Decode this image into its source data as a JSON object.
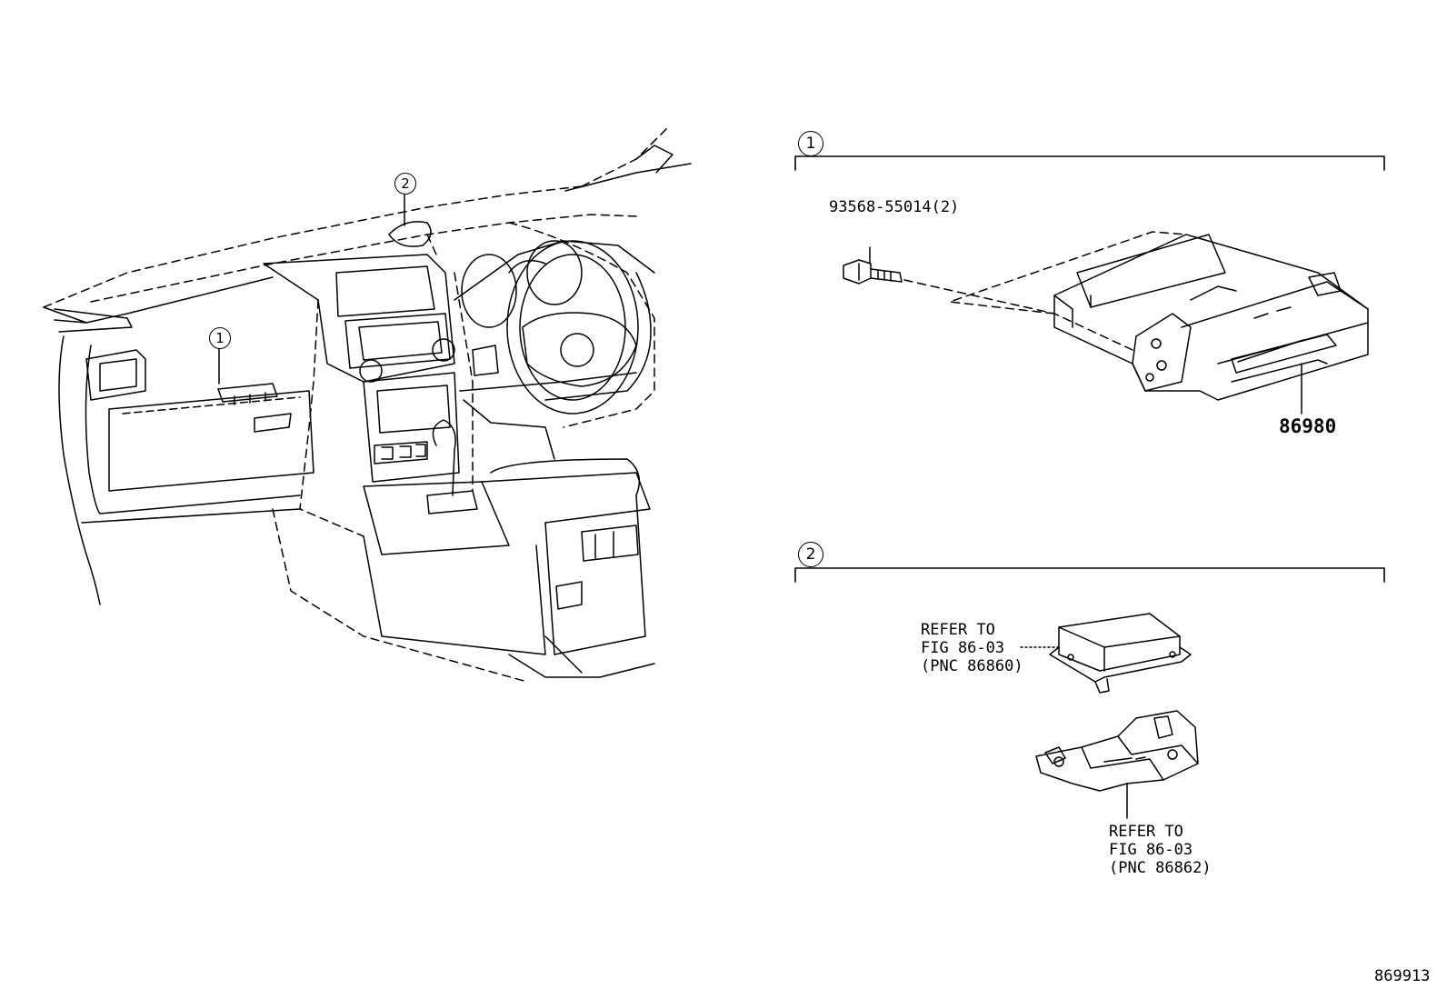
{
  "callouts": {
    "sec1_marker": "1",
    "sec2_marker": "2",
    "car_marker_1": "1",
    "car_marker_2": "2"
  },
  "section1": {
    "bolt_part": "93568-55014(2)",
    "ecu_part": "86980"
  },
  "section2": {
    "ref_upper": [
      "REFER TO",
      "FIG 86-03",
      "(PNC 86860)"
    ],
    "ref_lower": [
      "REFER TO",
      "FIG 86-03",
      "(PNC 86862)"
    ]
  },
  "figure_number": "869913"
}
